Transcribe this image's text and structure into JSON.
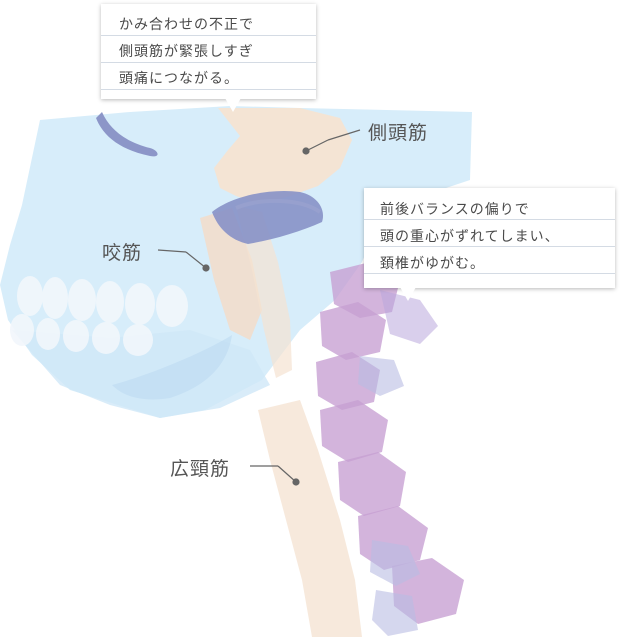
{
  "callouts": {
    "top": {
      "lines": [
        "かみ合わせの不正で",
        "側頭筋が緊張しすぎ",
        "頭痛につながる。"
      ]
    },
    "right": {
      "lines": [
        "前後バランスの偏りで",
        "頭の重心がずれてしまい、",
        "頚椎がゆがむ。"
      ]
    }
  },
  "labels": {
    "temporalis": "側頭筋",
    "masseter": "咬筋",
    "platysma": "広頸筋"
  },
  "colors": {
    "skull": "#d4ecfa",
    "muscle": "#f5e3d3",
    "vertebra": "#c9a3d3",
    "orbit": "#8a94c8",
    "leader": "#666666"
  }
}
